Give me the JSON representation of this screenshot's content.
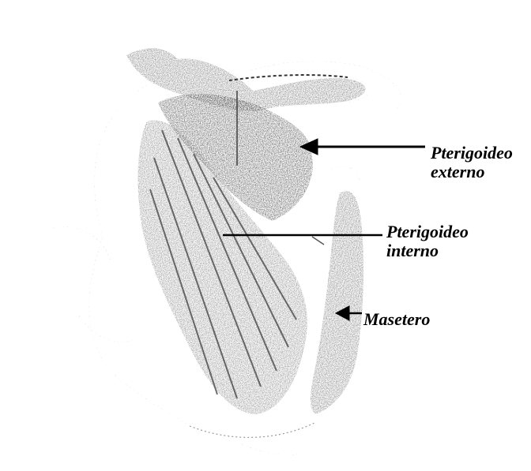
{
  "figure": {
    "labels": {
      "pterigoideo_externo": {
        "line1": "Pterigoideo",
        "line2": "externo"
      },
      "pterigoideo_interno": {
        "line1": "Pterigoideo",
        "line2": "interno"
      },
      "masetero": "Masetero"
    },
    "colors": {
      "muscle_dark": "#4a4a4a",
      "muscle_mid": "#8a8a8a",
      "muscle_light": "#b8b8b8",
      "bone_outline": "#777777",
      "ink": "#000000"
    }
  }
}
